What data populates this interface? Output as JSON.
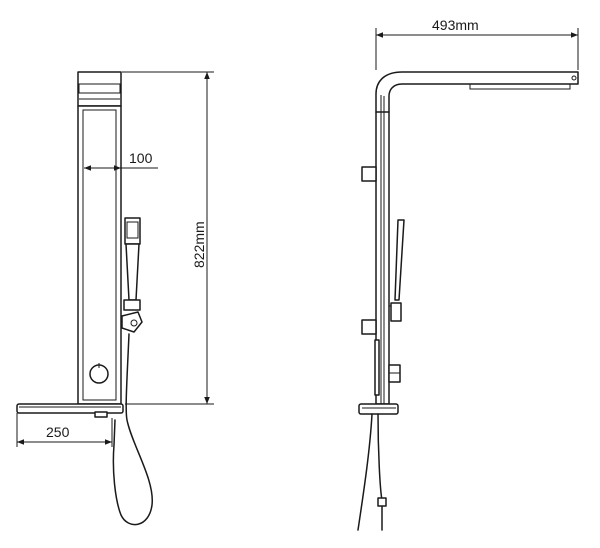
{
  "dimensions": {
    "width_top": "493mm",
    "height": "822mm",
    "panel_width": "100",
    "shelf_width": "250"
  }
}
